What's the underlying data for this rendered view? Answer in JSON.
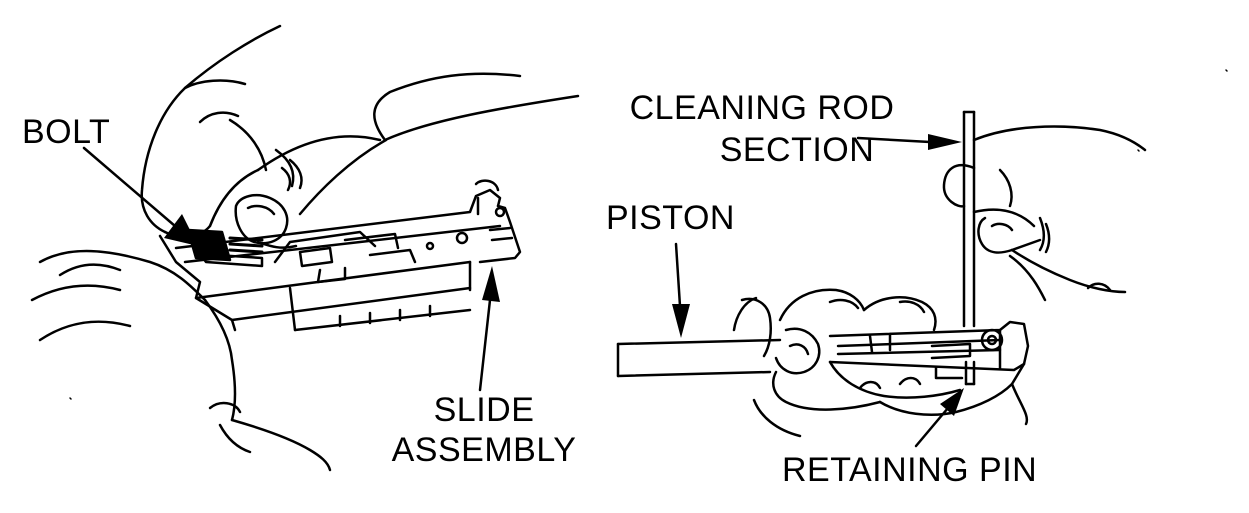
{
  "colors": {
    "ink": "#000000",
    "paper": "#ffffff"
  },
  "left_panel": {
    "labels": {
      "bolt": "BOLT",
      "slide_line1": "SLIDE",
      "slide_line2": "ASSEMBLY"
    },
    "icons": [
      "hand-icon",
      "slide-assembly-icon",
      "bolt-icon"
    ]
  },
  "right_panel": {
    "labels": {
      "cleaning_rod_line1": "CLEANING ROD",
      "cleaning_rod_line2": "SECTION",
      "piston": "PISTON",
      "retaining_pin": "RETAINING PIN"
    },
    "icons": [
      "hand-icon",
      "piston-icon",
      "cleaning-rod-icon",
      "retaining-pin-icon"
    ]
  }
}
